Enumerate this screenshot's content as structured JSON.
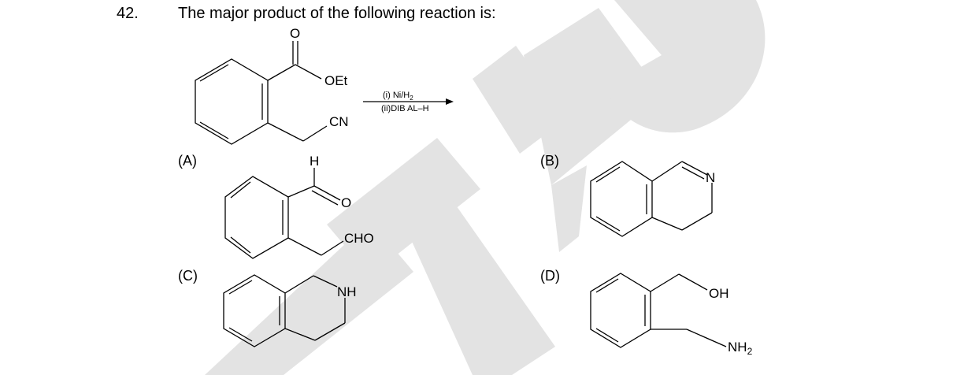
{
  "question": {
    "number": "42.",
    "text": "The major product of the following reaction is:"
  },
  "reactant": {
    "labels": {
      "carbonyl_o": "O",
      "ester": "OEt",
      "nitrile": "CN"
    }
  },
  "conditions": {
    "step1": "(i)  Ni/H",
    "step1_sub": "2",
    "step2": "(ii)DIB AL–H"
  },
  "options": [
    {
      "id": "A",
      "label": "(A)",
      "atoms": {
        "h": "H",
        "o": "O",
        "cho": "CHO"
      }
    },
    {
      "id": "B",
      "label": "(B)",
      "atoms": {
        "n": "N"
      }
    },
    {
      "id": "C",
      "label": "(C)",
      "atoms": {
        "nh": "NH"
      }
    },
    {
      "id": "D",
      "label": "(D)",
      "atoms": {
        "oh": "OH",
        "nh2": "NH",
        "nh2_sub": "2"
      }
    }
  ],
  "watermark_color": "#e3e3e3"
}
